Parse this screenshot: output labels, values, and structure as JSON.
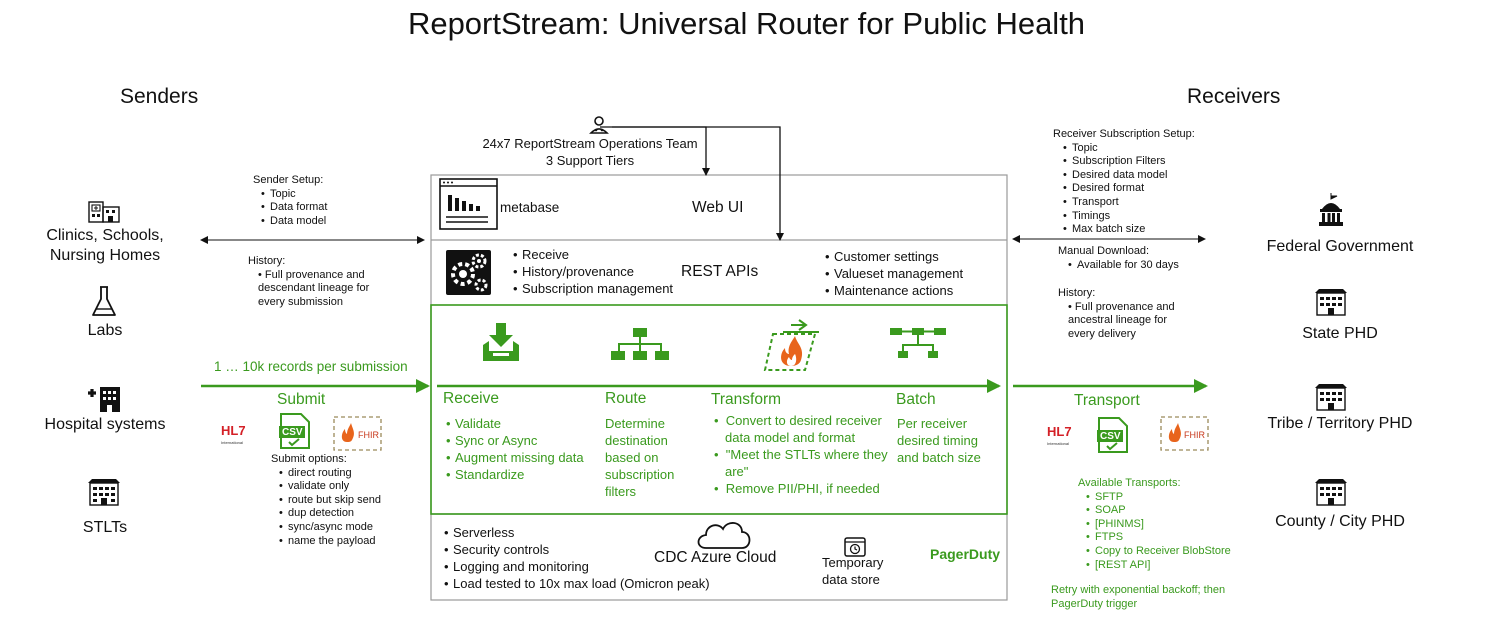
{
  "title": "ReportStream:  Universal Router for Public Health",
  "senders": {
    "heading": "Senders",
    "items": [
      {
        "label": "Clinics, Schools,\nNursing Homes",
        "icon": "clinic-building-icon"
      },
      {
        "label": "Labs",
        "icon": "flask-icon"
      },
      {
        "label": "Hospital systems",
        "icon": "hospital-icon"
      },
      {
        "label": "STLTs",
        "icon": "government-building-icon"
      }
    ]
  },
  "receivers": {
    "heading": "Receivers",
    "items": [
      {
        "label": "Federal Government",
        "icon": "capitol-icon"
      },
      {
        "label": "State PHD",
        "icon": "government-building-icon"
      },
      {
        "label": "Tribe / Territory PHD",
        "icon": "government-building-icon"
      },
      {
        "label": "County / City PHD",
        "icon": "government-building-icon"
      }
    ]
  },
  "ops": {
    "line1": "24x7 ReportStream Operations Team",
    "line2": "3 Support Tiers"
  },
  "sender_setup": {
    "title": "Sender Setup:",
    "items": [
      "Topic",
      "Data format",
      "Data model"
    ],
    "history_title": "History:",
    "history_items": [
      "Full provenance and descendant lineage for every submission"
    ]
  },
  "receiver_setup": {
    "title": "Receiver Subscription Setup:",
    "items": [
      "Topic",
      "Subscription Filters",
      "Desired data model",
      "Desired format",
      "Transport",
      "Timings",
      "Max batch size"
    ],
    "manual_title": "Manual Download:",
    "manual_items": [
      "Available for 30 days"
    ],
    "history_title": "History:",
    "history_items": [
      "Full provenance and ancestral lineage for every delivery"
    ]
  },
  "web_ui": {
    "metabase": "metabase",
    "label": "Web UI"
  },
  "rest": {
    "left_items": [
      "Receive",
      "History/provenance",
      "Subscription management"
    ],
    "label": "REST APIs",
    "right_items": [
      "Customer settings",
      "Valueset management",
      "Maintenance actions"
    ]
  },
  "pipeline": {
    "receive": {
      "title": "Receive",
      "items": [
        "Validate",
        "Sync or Async",
        "Augment missing data",
        "Standardize"
      ]
    },
    "route": {
      "title": "Route",
      "text": "Determine\ndestination\nbased on\nsubscription\nfilters"
    },
    "transform": {
      "title": "Transform",
      "items": [
        "Convert to desired receiver data model and format",
        "\"Meet the STLTs where they are\"",
        "Remove PII/PHI, if needed"
      ]
    },
    "batch": {
      "title": "Batch",
      "text": "Per receiver\ndesired timing\nand batch size"
    }
  },
  "cloud": {
    "items": [
      "Serverless",
      "Security controls",
      "Logging and monitoring",
      "Load tested to 10x max load (Omicron peak)"
    ],
    "azure": "CDC Azure Cloud",
    "temp": "Temporary\ndata store",
    "pagerduty": "PagerDuty"
  },
  "submit": {
    "records": "1 … 10k records per submission",
    "label": "Submit",
    "options_title": "Submit options:",
    "options": [
      "direct routing",
      "validate only",
      "route but skip send",
      "dup detection",
      "sync/async mode",
      "name the payload"
    ]
  },
  "transport": {
    "label": "Transport",
    "title": "Available Transports:",
    "items": [
      "SFTP",
      "SOAP",
      "[PHINMS]",
      "FTPS",
      "Copy to Receiver BlobStore",
      "[REST API]"
    ],
    "retry": "Retry with exponential backoff; then PagerDuty trigger"
  },
  "logos": {
    "hl7": "HL7",
    "hl7_sub": "International",
    "csv": "CSV",
    "fhir": "FHIR"
  },
  "colors": {
    "green": "#3a9a1e",
    "border": "#9a9a9a",
    "text": "#111111"
  }
}
